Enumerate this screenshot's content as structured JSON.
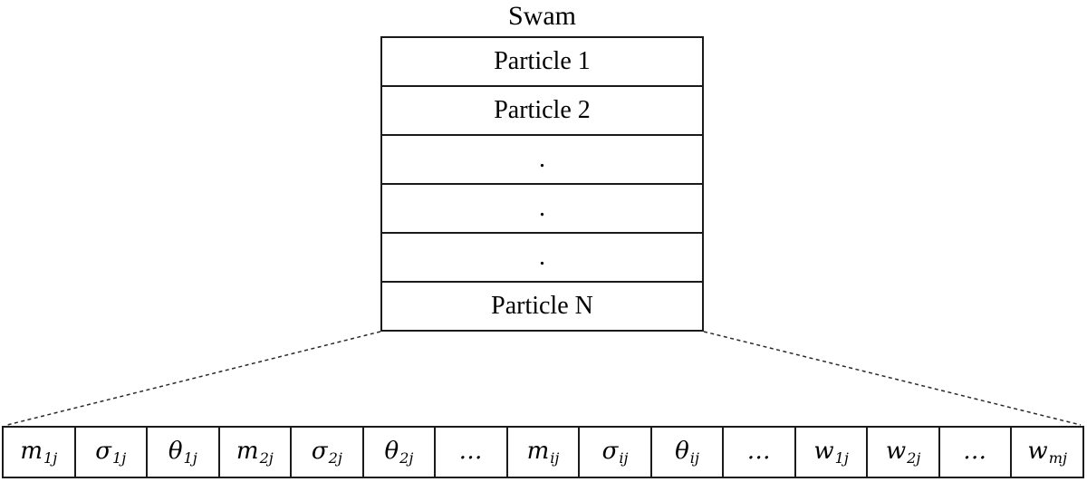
{
  "figure": {
    "title": "Swam",
    "swarm_box": {
      "rows": [
        {
          "label": "Particle 1"
        },
        {
          "label": "Particle 2"
        },
        {
          "label": "."
        },
        {
          "label": "."
        },
        {
          "label": "."
        },
        {
          "label": "Particle N"
        }
      ]
    },
    "particle_vector": {
      "cells": [
        {
          "base": "m",
          "sub": "1j"
        },
        {
          "base": "σ",
          "sub": "1j"
        },
        {
          "base": "θ",
          "sub": "1j"
        },
        {
          "base": "m",
          "sub": "2j"
        },
        {
          "base": "σ",
          "sub": "2j"
        },
        {
          "base": "θ",
          "sub": "2j"
        },
        {
          "base": "…",
          "sub": ""
        },
        {
          "base": "m",
          "sub": "ij"
        },
        {
          "base": "σ",
          "sub": "ij"
        },
        {
          "base": "θ",
          "sub": "ij"
        },
        {
          "base": "…",
          "sub": ""
        },
        {
          "base": "w",
          "sub": "1j"
        },
        {
          "base": "w",
          "sub": "2j"
        },
        {
          "base": "…",
          "sub": ""
        },
        {
          "base": "w",
          "sub": "mj"
        }
      ]
    },
    "colors": {
      "line": "#1a1a1a",
      "background": "#ffffff",
      "text": "#000000"
    }
  }
}
